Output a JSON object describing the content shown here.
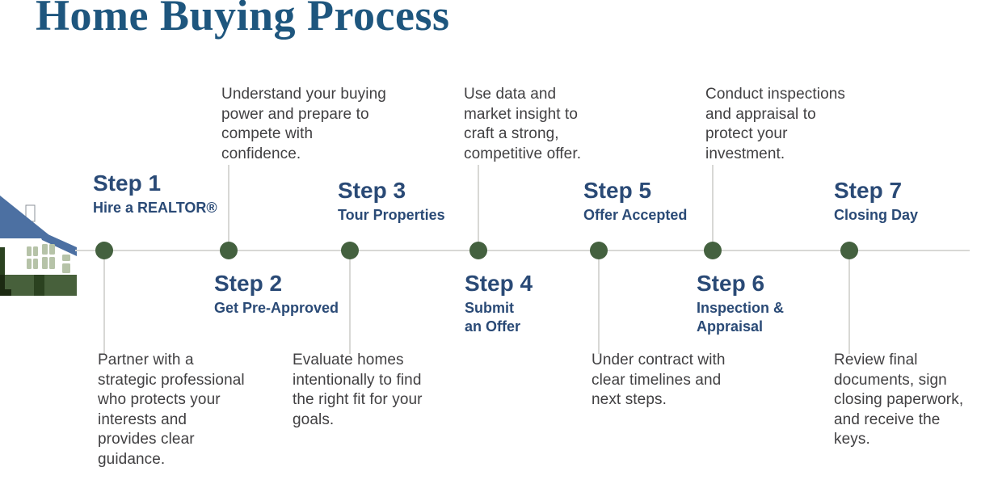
{
  "title": "Home Buying Process",
  "colors": {
    "heading": "#1E567E",
    "step_label": "#2A4A76",
    "body_text": "#414042",
    "line": "#D8D8D5",
    "dot": "#44613F",
    "roof": "#4C70A2",
    "window": "#B6C3A8",
    "house_green": "#47603B",
    "house_dark": "#2B4220",
    "house_darker": "#1C2A12"
  },
  "timeline": {
    "step_count": 7
  },
  "steps": [
    {
      "label": "Step 1",
      "title": "Hire a REALTOR®",
      "description": "Partner with a\nstrategic professional\nwho protects your\ninterests and\nprovides clear\nguidance.",
      "placement": "label-above-line"
    },
    {
      "label": "Step 2",
      "title": "Get Pre-Approved",
      "description": "Understand your buying\npower and prepare to\ncompete with\nconfidence.",
      "placement": "label-below-line"
    },
    {
      "label": "Step 3",
      "title": "Tour Properties",
      "description": "Evaluate homes\nintentionally to find\nthe right fit for your\ngoals.",
      "placement": "label-above-line"
    },
    {
      "label": "Step 4",
      "title": "Submit\nan Offer",
      "description": "Use data and\nmarket insight to\ncraft a strong,\ncompetitive offer.",
      "placement": "label-below-line"
    },
    {
      "label": "Step 5",
      "title": "Offer Accepted",
      "description": "Under contract with\nclear timelines and\nnext steps.",
      "placement": "label-above-line"
    },
    {
      "label": "Step 6",
      "title": "Inspection &\nAppraisal",
      "description": "Conduct inspections\nand appraisal to\nprotect your\ninvestment.",
      "placement": "label-below-line"
    },
    {
      "label": "Step 7",
      "title": "Closing Day",
      "description": "Review final\ndocuments, sign\nclosing paperwork,\nand receive the\nkeys.",
      "placement": "label-above-line"
    }
  ]
}
